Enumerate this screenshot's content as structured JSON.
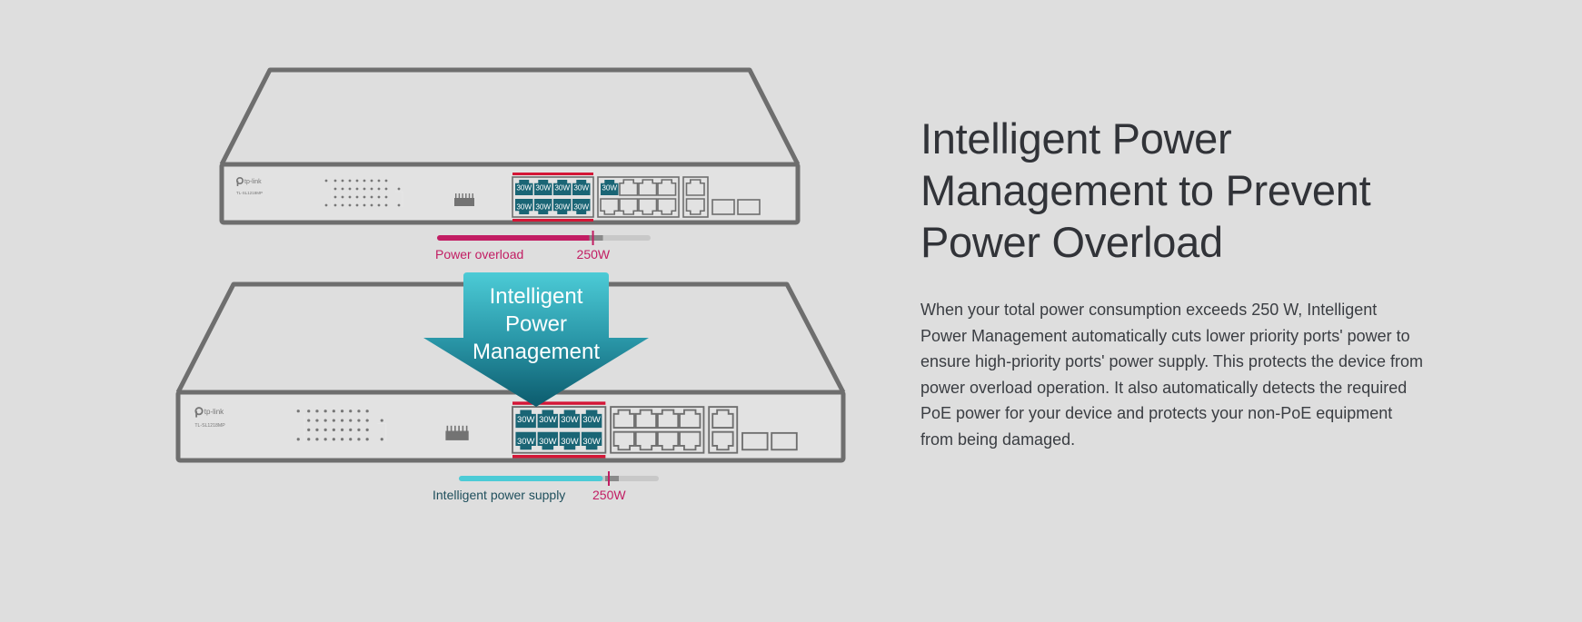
{
  "heading": "Intelligent Power Management to Prevent Power Overload",
  "heading_lines": [
    "Intelligent Power",
    "Management to Prevent",
    "Power Overload"
  ],
  "description": "When your total power consumption exceeds 250 W, Intelligent Power Management automatically cuts lower priority ports' power to ensure high-priority ports' power supply. This protects the device from power overload operation. It also automatically detects the required PoE power for your device and protects your non-PoE equipment from being damaged.",
  "colors": {
    "background": "#dedede",
    "outline": "#6e6e6e",
    "poe_port": "#1a6575",
    "priority_bar": "#d41636",
    "overload": "#c21d63",
    "intelligent": "#4ccbd6",
    "arrow_top": "#4ccbd6",
    "arrow_bottom": "#0c5b6d",
    "track": "#c8c8c8",
    "label_teal": "#1f4f5c"
  },
  "switch_before": {
    "brand": "tp-link",
    "model": "TL-SL1218MP",
    "powered_port_label": "30W",
    "highlighted_ports_powered": 8,
    "extra_powered_ports": 1,
    "power_bar": {
      "label": "Power overload",
      "limit_label": "250W",
      "fill_fraction": 0.76,
      "limit_fraction": 0.73
    }
  },
  "switch_after": {
    "brand": "tp-link",
    "model": "TL-SL1218MP",
    "powered_port_label": "30W",
    "highlighted_ports_powered": 8,
    "extra_powered_ports": 0,
    "power_bar": {
      "label": "Intelligent power supply",
      "limit_label": "250W",
      "fill_fraction": 0.72,
      "limit_fraction": 0.75
    }
  },
  "arrow": {
    "lines": [
      "Intelligent",
      "Power",
      "Management"
    ]
  }
}
